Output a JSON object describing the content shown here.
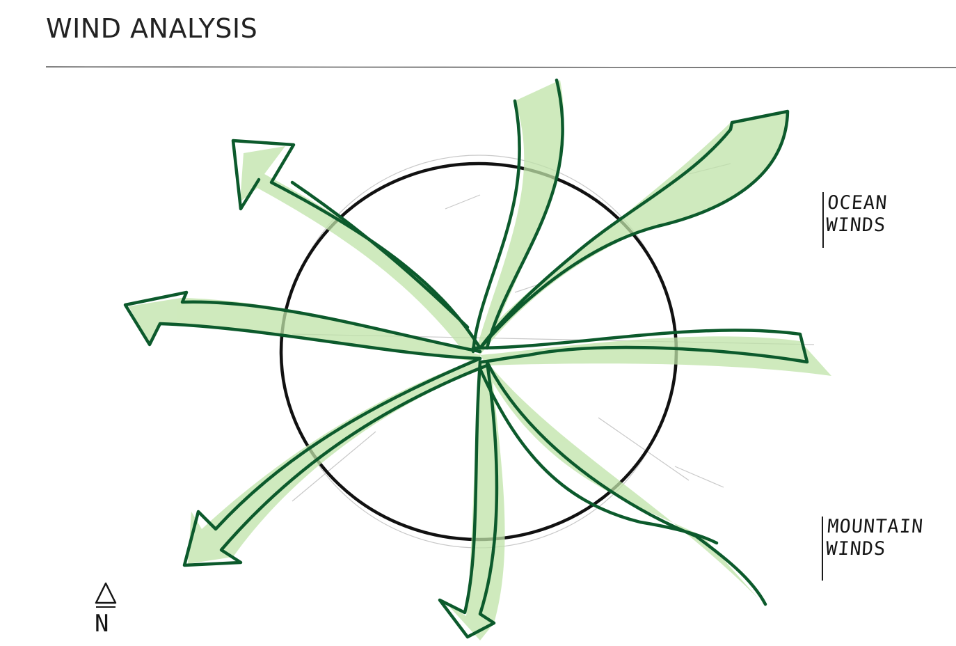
{
  "title": "WIND ANALYSIS",
  "legend": {
    "ocean_line1": "OCEAN",
    "ocean_line2": "WINDS",
    "mountain_line1": "MOUNTAIN",
    "mountain_line2": "WINDS"
  },
  "north_label": "N",
  "colors": {
    "wind_stroke": "#0c5a2c",
    "wind_fill": "#b8e0a0",
    "site_circle": "#111111",
    "pencil": "#bdbdbd"
  }
}
